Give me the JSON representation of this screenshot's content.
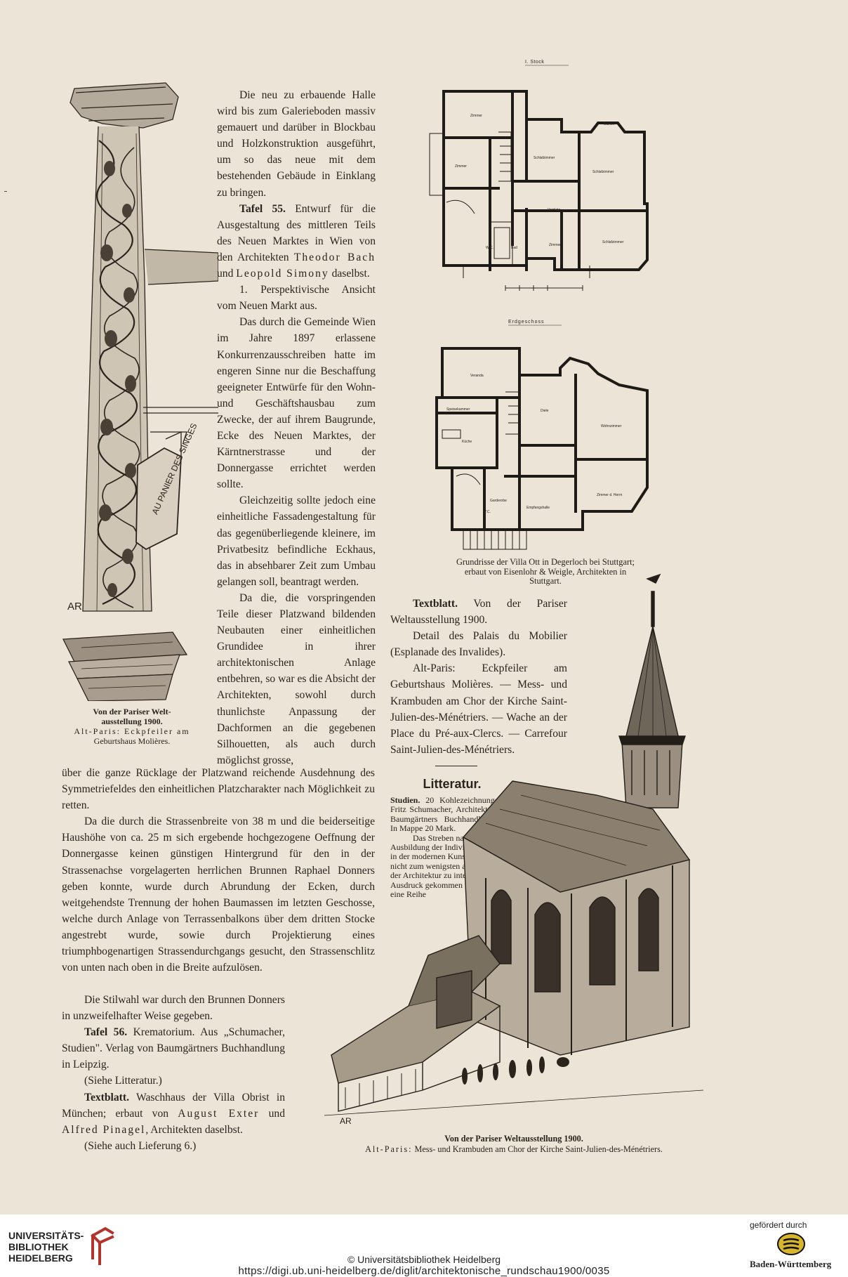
{
  "plans": {
    "upper_label": "I. Stock",
    "ground_label": "Erdgeschoss",
    "upper_rooms": [
      "Zimmer",
      "Zimmer",
      "Schlafzimmer",
      "Schlafzimmer",
      "Balkon",
      "Vorplatz",
      "Zimmer",
      "Schlafzimmer",
      "W.C.",
      "Bad"
    ],
    "ground_rooms": [
      "Veranda",
      "Speisekammer",
      "Küche",
      "Diele",
      "Wohnzimmer",
      "Garderobe",
      "Zimmer d. Herrn",
      "Empfangshalle",
      "W.C."
    ],
    "caption": "Grundrisse der Villa Ott in Degerloch bei Stuttgart; erbaut von Eisenlohr & Weigle, Architekten in Stuttgart."
  },
  "left_caption": {
    "line1": "Von der Pariser Welt-",
    "line2": "ausstellung 1900.",
    "line3": "Alt-Paris: Eckpfeiler am",
    "line4": "Geburtshaus Molières.",
    "sign_text": "AU PANIER DES SINGES",
    "monogram": "AR"
  },
  "col1": {
    "p1": "Die neu zu erbauende Halle wird bis zum Galerieboden massiv gemauert und darüber in Blockbau und Holzkonstruktion ausgeführt, um so das neue mit dem bestehenden Gebäude in Einklang zu bringen.",
    "t55_label": "Tafel 55.",
    "t55_text": " Entwurf für die Ausgestaltung des mittleren Teils des Neuen Marktes in Wien von den Architekten ",
    "t55_arch1": "Theodor Bach",
    "t55_and": " und ",
    "t55_arch2": "Leopold Simony",
    "t55_tail": " daselbst.",
    "t55_sub": "1. Perspektivische Ansicht vom Neuen Markt aus.",
    "p2": "Das durch die Gemeinde Wien im Jahre 1897 erlassene Konkurrenzausschreiben hatte im engeren Sinne nur die Beschaffung geeigneter Entwürfe für den Wohn- und Geschäftshausbau zum Zwecke, der auf ihrem Baugrunde, Ecke des Neuen Marktes, der Kärntnerstrasse und der Donnergasse errichtet werden sollte.",
    "p3": "Gleichzeitig sollte jedoch eine einheitliche Fassadengestaltung für das gegenüberliegende kleinere, im Privatbesitz befindliche Eckhaus, das in absehbarer Zeit zum Umbau gelangen soll, beantragt werden.",
    "p4": "Da die, die vorspringenden Teile dieser Platzwand bildenden Neubauten einer einheitlichen Grundidee in ihrer architektonischen Anlage entbehren, so war es die Absicht der Architekten, sowohl durch thunlichste Anpassung der Dachformen an die gegebenen Silhouetten, als auch durch möglichst grosse,"
  },
  "wide": {
    "p1": "über die ganze Rücklage der Platzwand reichende Ausdehnung des Symmetriefeldes den einheitlichen Platzcharakter nach Möglichkeit zu retten.",
    "p2": "Da die durch die Strassenbreite von 38 m und die beiderseitige Haushöhe von ca. 25 m sich ergebende hochgezogene Oeffnung der Donnergasse keinen günstigen Hintergrund für den in der Strassenachse vorgelagerten herrlichen Brunnen Raphael Donners geben konnte, wurde durch Abrundung der Ecken, durch weitgehendste Trennung der hohen Baumassen im letzten Geschosse, welche durch Anlage von Terrassenbalkons über dem dritten Stocke angestrebt wurde, sowie durch Projektierung eines triumphbogenartigen Strassendurchgangs gesucht, den Strassenschlitz von unten nach oben in die Breite aufzulösen.",
    "p3": "Die Stilwahl war durch den Brunnen Donners in unzweifelhafter Weise gegeben.",
    "t56_label": "Tafel 56.",
    "t56_text": " Krematorium. Aus „Schumacher, Studien\". Verlag von Baumgärtners Buchhandlung in Leipzig.",
    "t56_sub": "(Siehe Litteratur.)",
    "tb_label": "Textblatt.",
    "tb_text": " Waschhaus der Villa Obrist in München; erbaut von ",
    "tb_arch1": "August Exter",
    "tb_and": " und ",
    "tb_arch2": "Alfred Pinagel",
    "tb_tail": ", Architekten daselbst.",
    "tb_sub": "(Siehe auch Lieferung 6.)"
  },
  "right": {
    "tb_label": "Textblatt.",
    "tb_text": " Von der Pariser Weltausstellung 1900.",
    "p1": "Detail des Palais du Mobilier (Esplanade des Invalides).",
    "p2": "Alt-Paris: Eckpfeiler am Geburtshaus Molières. — Mess- und Krambuden am Chor der Kirche Saint-Julien-des-Ménétriers. — Wache an der Place du Pré-aux-Clercs. — Carrefour Saint-Julien-des-Ménétriers.",
    "lit_title": "Litteratur.",
    "lit_label": "Studien.",
    "lit_text": " 20 Kohlezeichnungen von Fritz Schumacher, Architekt. Leipzig, Baumgärtners Buchhandlung. 1900. In Mappe 20 Mark.",
    "lit_p2": "Das Streben nach Ausbildung der Individualität in der modernen Kunst ist nicht zum wenigsten auch in der Architektur zu intensivem Ausdruck gekommen und hat eine Reihe"
  },
  "church_caption": {
    "line1": "Von der Pariser Weltausstellung 1900.",
    "line2_label": "Alt-Paris:",
    "line2_text": " Mess- und Krambuden am Chor der Kirche Saint-Julien-des-Ménétriers."
  },
  "footer": {
    "lib_line1": "UNIVERSITÄTS-",
    "lib_line2": "BIBLIOTHEK",
    "lib_line3": "HEIDELBERG",
    "copyright": "© Universitätsbibliothek Heidelberg",
    "url": "https://digi.ub.uni-heidelberg.de/diglit/architektonische_rundschau1900/0035",
    "funded": "gefördert durch",
    "funder": "Baden-Württemberg"
  },
  "colors": {
    "paper": "#ece4d6",
    "ink": "#2a241e",
    "logo_red": "#b3342c",
    "footer_bg": "#ffffff"
  }
}
